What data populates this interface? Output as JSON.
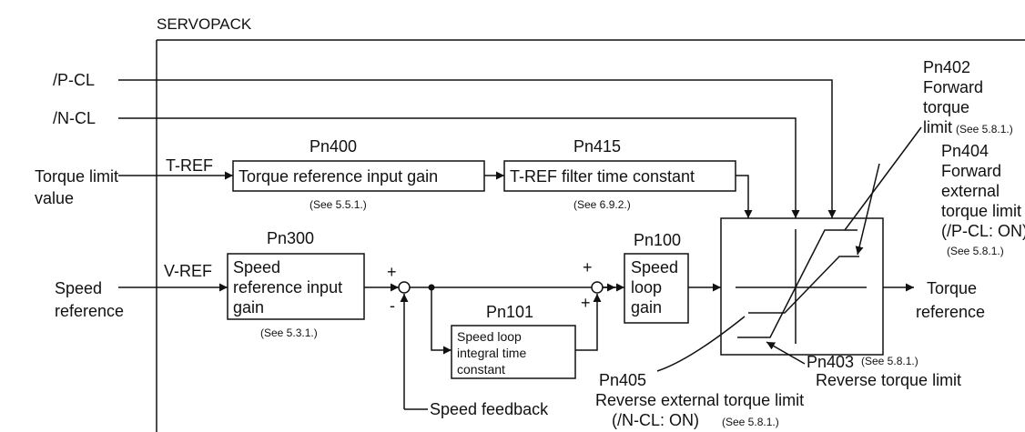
{
  "title": "SERVOPACK",
  "inputs": {
    "p_cl": "/P-CL",
    "n_cl": "/N-CL",
    "torque_limit": [
      "Torque limit",
      "value"
    ],
    "speed_reference": [
      "Speed",
      "reference"
    ]
  },
  "signals": {
    "t_ref": "T-REF",
    "v_ref": "V-REF",
    "speed_feedback": "Speed feedback"
  },
  "blocks": {
    "pn400": {
      "param": "Pn400",
      "label": "Torque reference input gain",
      "ref": "(See 5.5.1.)"
    },
    "pn415": {
      "param": "Pn415",
      "label": "T-REF filter time constant",
      "ref": "(See 6.9.2.)"
    },
    "pn300": {
      "param": "Pn300",
      "lines": [
        "Speed",
        "reference input",
        "gain"
      ],
      "ref": "(See 5.3.1.)"
    },
    "pn101": {
      "param": "Pn101",
      "lines": [
        "Speed loop",
        "integral time",
        "constant"
      ]
    },
    "pn100": {
      "param": "Pn100",
      "lines": [
        "Speed",
        "loop",
        "gain"
      ]
    }
  },
  "summing": {
    "plus": "+",
    "minus": "-"
  },
  "limits": {
    "pn402": {
      "param": "Pn402",
      "lines": [
        "Forward",
        "torque",
        "limit"
      ],
      "ref": "(See 5.8.1.)"
    },
    "pn404": {
      "param": "Pn404",
      "lines": [
        "Forward",
        "external",
        "torque limit",
        "(/P-CL: ON)"
      ],
      "ref": "(See 5.8.1.)"
    },
    "pn403": {
      "param": "Pn403",
      "label": "Reverse torque limit",
      "ref": "(See 5.8.1.)"
    },
    "pn405": {
      "param": "Pn405",
      "label": "Reverse external torque limit",
      "sub": "(/N-CL: ON)",
      "ref": "(See 5.8.1.)"
    }
  },
  "output": [
    "Torque",
    "reference"
  ]
}
